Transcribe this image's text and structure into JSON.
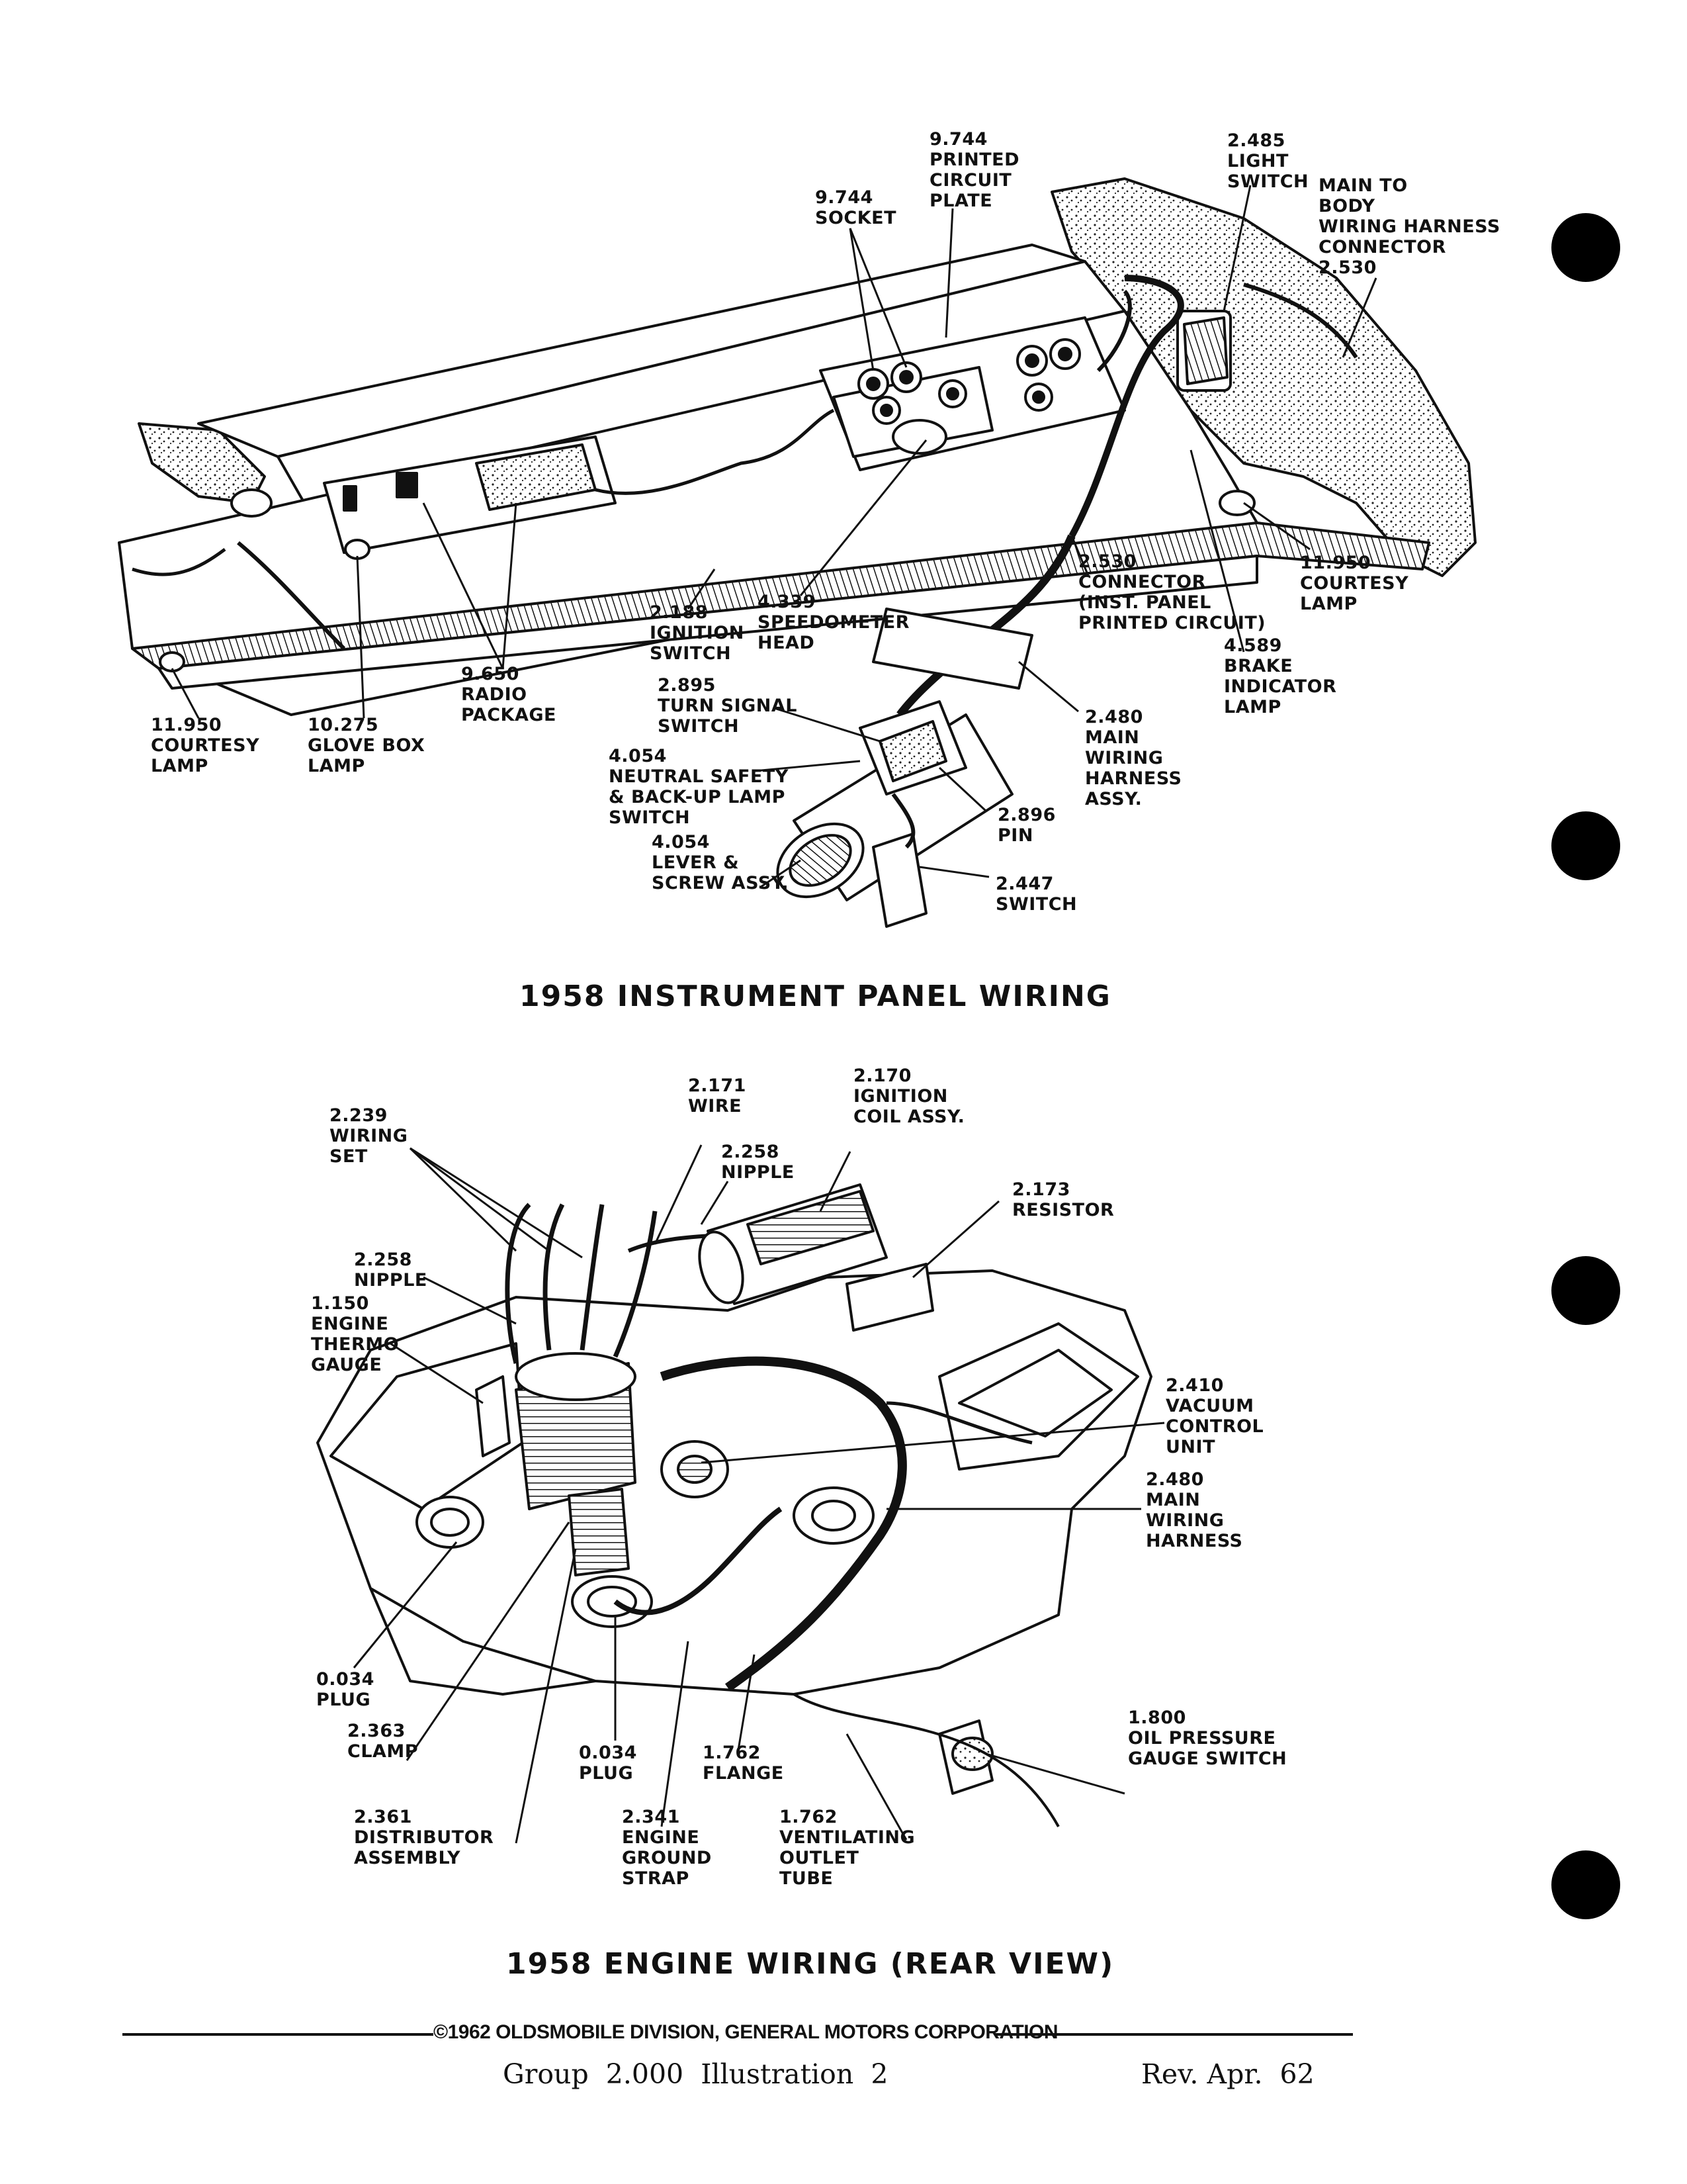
{
  "figures": [
    {
      "title": "1958 INSTRUMENT PANEL WIRING",
      "callouts": [
        {
          "id": "printed_circuit_plate",
          "text": "9.744\nPRINTED\nCIRCUIT\nPLATE"
        },
        {
          "id": "socket",
          "text": "9.744\nSOCKET"
        },
        {
          "id": "light_switch",
          "text": "2.485\nLIGHT\nSWITCH"
        },
        {
          "id": "main_to_body",
          "text": "MAIN TO\nBODY\nWIRING HARNESS\nCONNECTOR\n2.530"
        },
        {
          "id": "courtesy_lamp_right",
          "text": "11.950\nCOURTESY\nLAMP"
        },
        {
          "id": "connector_panel",
          "text": "2.530\nCONNECTOR\n(INST. PANEL\nPRINTED CIRCUIT)"
        },
        {
          "id": "brake_indicator",
          "text": "4.589\nBRAKE\nINDICATOR\nLAMP"
        },
        {
          "id": "speedometer_head",
          "text": "4.339\nSPEEDOMETER\nHEAD"
        },
        {
          "id": "ignition_switch",
          "text": "2.188\nIGNITION\nSWITCH"
        },
        {
          "id": "radio_package",
          "text": "9.650\nRADIO\nPACKAGE"
        },
        {
          "id": "courtesy_lamp_left",
          "text": "11.950\nCOURTESY\nLAMP"
        },
        {
          "id": "glove_box_lamp",
          "text": "10.275\nGLOVE BOX\nLAMP"
        },
        {
          "id": "turn_signal_switch",
          "text": "2.895\nTURN SIGNAL\nSWITCH"
        },
        {
          "id": "main_wiring_harness_assy",
          "text": "2.480\nMAIN\nWIRING\nHARNESS\nASSY."
        },
        {
          "id": "neutral_safety",
          "text": "4.054\nNEUTRAL SAFETY\n& BACK-UP LAMP\nSWITCH"
        },
        {
          "id": "pin",
          "text": "2.896\nPIN"
        },
        {
          "id": "lever_screw",
          "text": "4.054\nLEVER &\nSCREW ASSY."
        },
        {
          "id": "switch_2447",
          "text": "2.447\nSWITCH"
        }
      ]
    },
    {
      "title": "1958 ENGINE WIRING (REAR VIEW)",
      "callouts": [
        {
          "id": "wiring_set",
          "text": "2.239\nWIRING\nSET"
        },
        {
          "id": "wire",
          "text": "2.171\nWIRE"
        },
        {
          "id": "coil_assy",
          "text": "2.170\nIGNITION\nCOIL ASSY."
        },
        {
          "id": "nipple_top",
          "text": "2.258\nNIPPLE"
        },
        {
          "id": "resistor",
          "text": "2.173\nRESISTOR"
        },
        {
          "id": "nipple_left",
          "text": "2.258\nNIPPLE"
        },
        {
          "id": "thermo_gauge",
          "text": "1.150\nENGINE\nTHERMO\nGAUGE"
        },
        {
          "id": "vacuum_control",
          "text": "2.410\nVACUUM\nCONTROL\nUNIT"
        },
        {
          "id": "main_wiring_harness",
          "text": "2.480\nMAIN\nWIRING\nHARNESS"
        },
        {
          "id": "plug_left",
          "text": "0.034\nPLUG"
        },
        {
          "id": "clamp",
          "text": "2.363\nCLAMP"
        },
        {
          "id": "plug_mid",
          "text": "0.034\nPLUG"
        },
        {
          "id": "flange",
          "text": "1.762\nFLANGE"
        },
        {
          "id": "oil_pressure",
          "text": "1.800\nOIL PRESSURE\nGAUGE SWITCH"
        },
        {
          "id": "distributor",
          "text": "2.361\nDISTRIBUTOR\nASSEMBLY"
        },
        {
          "id": "ground_strap",
          "text": "2.341\nENGINE\nGROUND\nSTRAP"
        },
        {
          "id": "ventilating_tube",
          "text": "1.762\nVENTILATING\nOUTLET\nTUBE"
        }
      ]
    }
  ],
  "footer": {
    "copyright": "©1962 OLDSMOBILE DIVISION, GENERAL MOTORS CORPORATION",
    "group": "Group  2.000  Illustration  2",
    "revision": "Rev. Apr.  62"
  }
}
